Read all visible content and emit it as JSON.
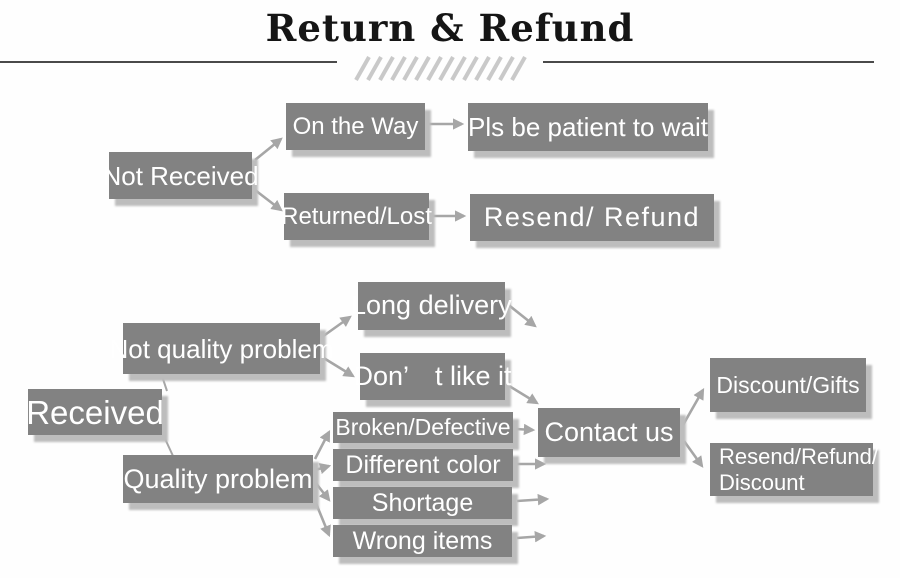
{
  "title": {
    "text": "Return & Refund"
  },
  "colors": {
    "background": "#fefefe",
    "box": "#828282",
    "box_text": "#ffffff",
    "shadow": "#bdbdbd",
    "arrow": "#a6a6a6",
    "divider": "#4a4a4a",
    "hatch": "#c9c9c9",
    "title_text": "#151515"
  },
  "nodes": {
    "not_received": "Not Received",
    "on_the_way": "On the Way",
    "pls_wait": "Pls be patient to wait",
    "returned_lost": "Returned/Lost",
    "resend_refund": "Resend/ Refund",
    "received": "Received",
    "not_quality_problem": "Not quality problem",
    "long_delivery": "Long delivery",
    "dont_like_it": "Don’　t like it",
    "quality_problem": "Quality problem",
    "broken_defective": "Broken/Defective",
    "different_color": "Different color",
    "shortage": "Shortage",
    "wrong_items": "Wrong items",
    "contact_us": "Contact us",
    "discount_gifts": "Discount/Gifts",
    "resend_refund_discount_line1": "Resend/Refund/",
    "resend_refund_discount_line2": "Discount"
  },
  "edges": [
    [
      "not_received",
      "on_the_way"
    ],
    [
      "not_received",
      "returned_lost"
    ],
    [
      "on_the_way",
      "pls_wait"
    ],
    [
      "returned_lost",
      "resend_refund"
    ],
    [
      "received",
      "not_quality_problem"
    ],
    [
      "received",
      "quality_problem"
    ],
    [
      "not_quality_problem",
      "long_delivery"
    ],
    [
      "not_quality_problem",
      "dont_like_it"
    ],
    [
      "dont_like_it",
      "contact_us"
    ],
    [
      "quality_problem",
      "broken_defective"
    ],
    [
      "quality_problem",
      "different_color"
    ],
    [
      "quality_problem",
      "shortage"
    ],
    [
      "quality_problem",
      "wrong_items"
    ],
    [
      "broken_defective",
      "contact_us"
    ],
    [
      "contact_us",
      "discount_gifts"
    ],
    [
      "contact_us",
      "resend_refund_discount"
    ]
  ]
}
